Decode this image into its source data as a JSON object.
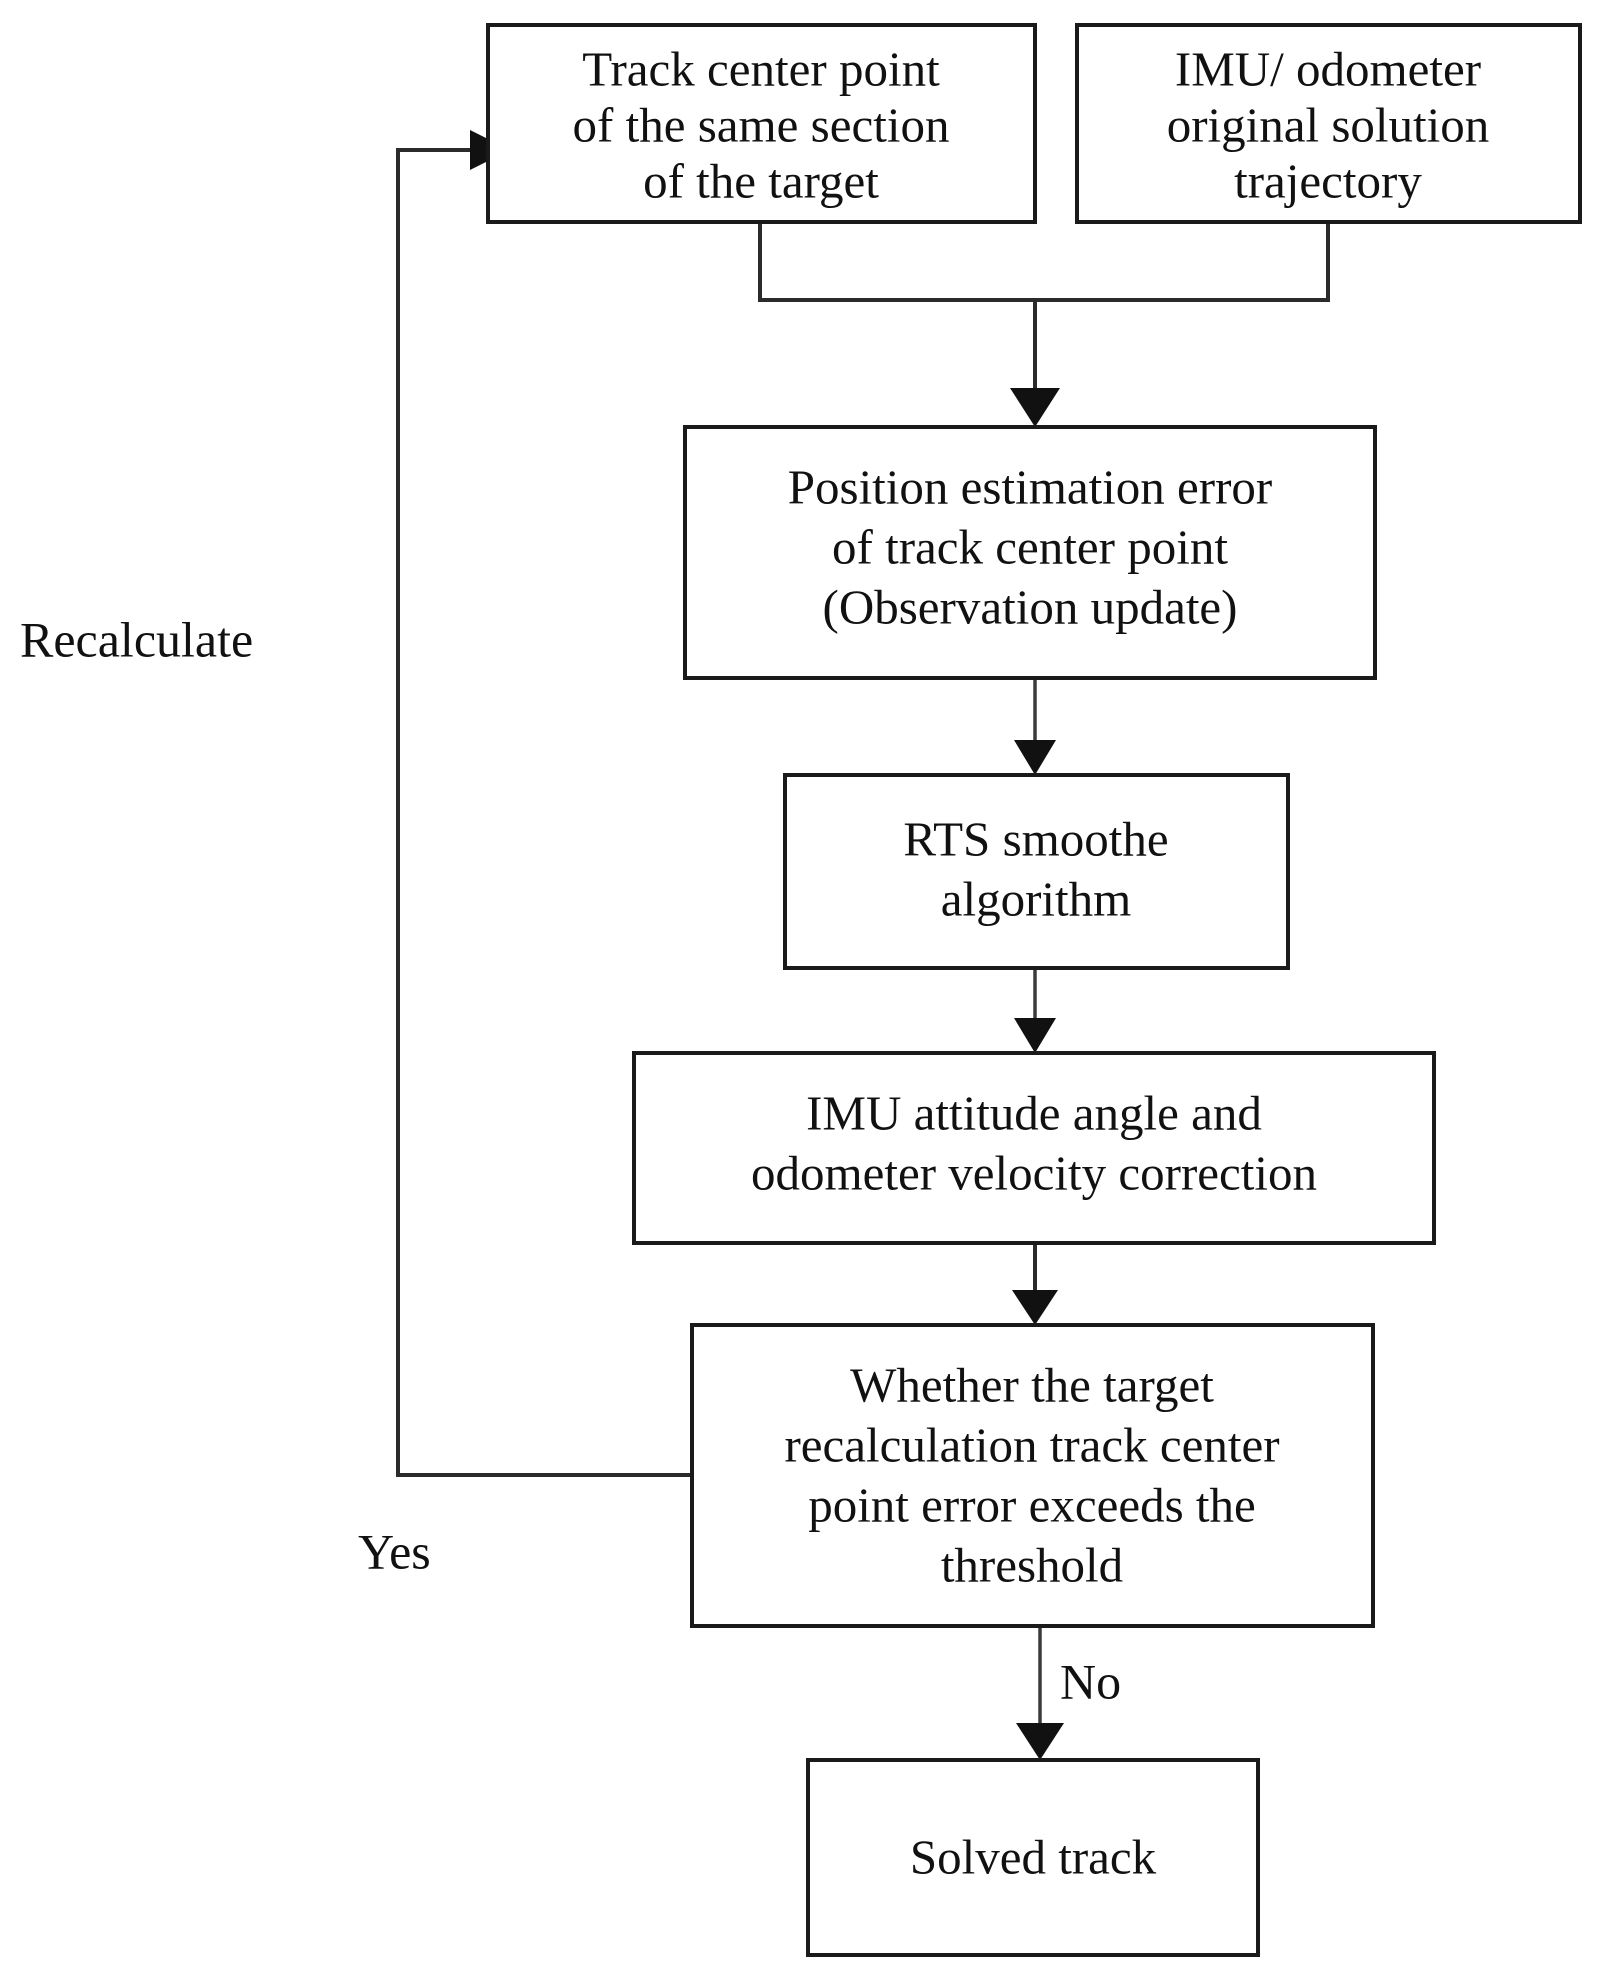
{
  "diagram": {
    "title": "IMU/odometer track solution flowchart",
    "background_color": "#ffffff",
    "stroke_color": "#1a1a1a",
    "text_color": "#111111",
    "nodes": {
      "track_center_point": {
        "lines": [
          "Track center point",
          "of the same section",
          "of the target"
        ]
      },
      "imu_odometer": {
        "lines": [
          "IMU/ odometer",
          "original solution",
          "trajectory"
        ]
      },
      "position_error": {
        "lines": [
          "Position estimation error",
          "of track center point",
          "(Observation update)"
        ]
      },
      "rts_smoothe": {
        "lines": [
          "RTS smoothe",
          "algorithm"
        ]
      },
      "imu_correction": {
        "lines": [
          "IMU attitude angle and",
          "odometer velocity correction"
        ]
      },
      "threshold_decision": {
        "lines": [
          "Whether the target",
          "recalculation track center",
          "point error exceeds the",
          "threshold"
        ]
      },
      "solved_track": {
        "lines": [
          "Solved track"
        ]
      }
    },
    "edge_labels": {
      "recalculate": "Recalculate",
      "yes": "Yes",
      "no": "No"
    }
  }
}
